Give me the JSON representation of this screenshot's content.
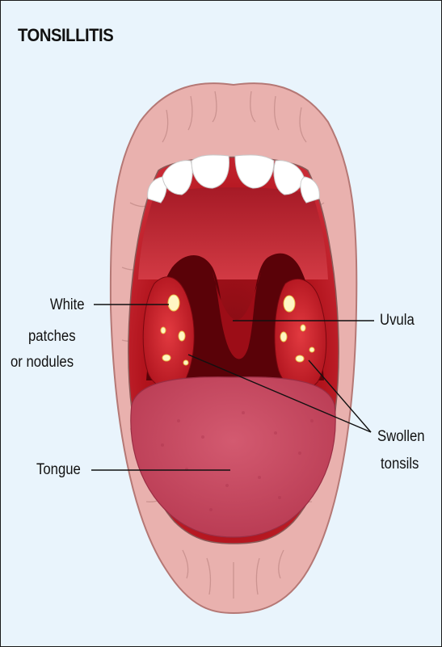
{
  "title": "TONSILLITIS",
  "labels": {
    "white_line1": "White",
    "white_line2": "patches",
    "white_line3": "or nodules",
    "uvula": "Uvula",
    "swollen_line1": "Swollen",
    "swollen_line2": "tonsils",
    "tongue": "Tongue"
  },
  "colors": {
    "background": "#e9f4fc",
    "lips": "#e9b1ae",
    "lip_outline": "#b57875",
    "teeth": "#ffffff",
    "throat": "#b1131c",
    "palate": "#c92a35",
    "uvula_dark": "#5a0208",
    "tongue": "#c8475e",
    "tonsil_nodule": "#fff6c4"
  }
}
